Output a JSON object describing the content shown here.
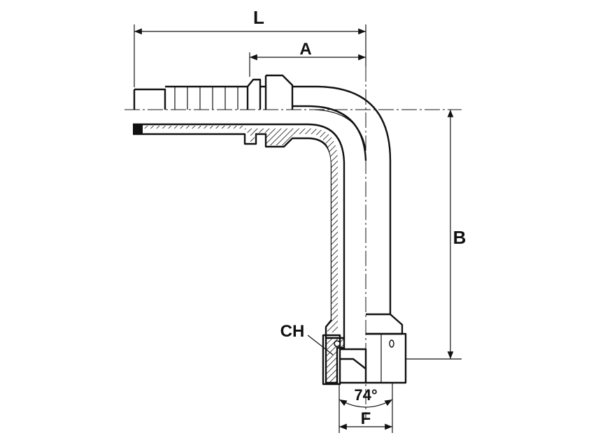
{
  "dimensions": {
    "L": "L",
    "A": "A",
    "B": "B",
    "F": "F",
    "CH": "CH",
    "angle": "74°"
  },
  "colors": {
    "line": "#111111",
    "background": "#ffffff"
  }
}
